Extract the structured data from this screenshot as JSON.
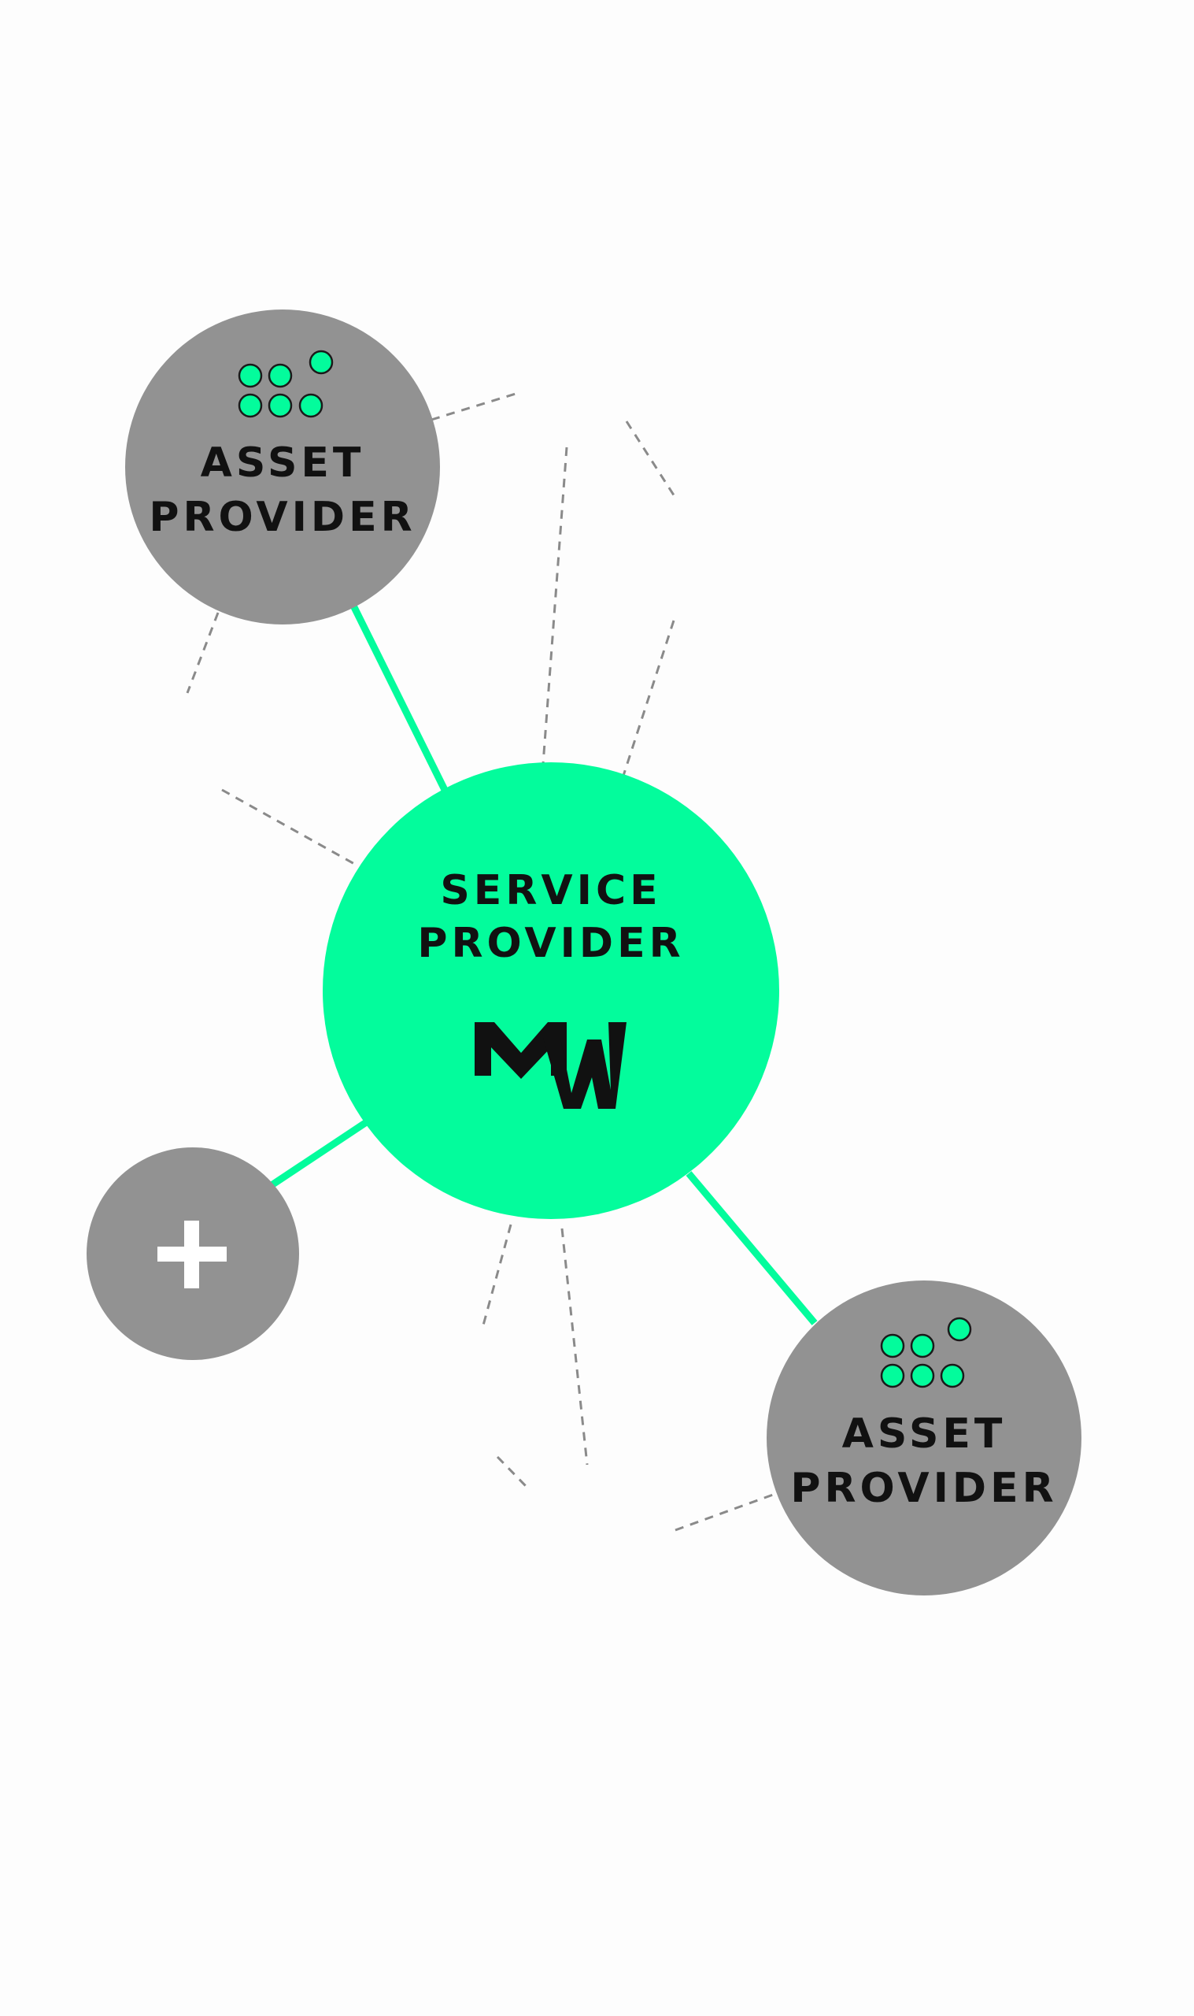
{
  "colors": {
    "background": "#fdfdfd",
    "accent": "#03fc9c",
    "node_gray": "#929292",
    "dashed_line": "#8a8a8a",
    "text": "#111111",
    "plus": "#ffffff",
    "dot_stroke": "#1a1a1a"
  },
  "service_provider": {
    "line1": "SERVICE",
    "line2": "PROVIDER",
    "logo": "MW"
  },
  "asset_provider_top": {
    "line1": "ASSET",
    "line2": "PROVIDER",
    "icon": "dots-cluster-icon"
  },
  "asset_provider_bottom": {
    "line1": "ASSET",
    "line2": "PROVIDER",
    "icon": "dots-cluster-icon"
  },
  "add_node": {
    "icon": "plus-icon"
  }
}
